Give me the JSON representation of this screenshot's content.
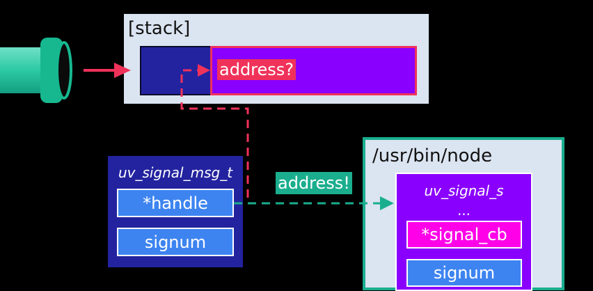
{
  "stack": {
    "title": "[stack]",
    "address_query": "address?"
  },
  "node": {
    "title": "/usr/bin/node",
    "struct_title": "uv_signal_s",
    "ellipsis": "...",
    "field_signal_cb": "*signal_cb",
    "field_signum": "signum"
  },
  "msg": {
    "struct_title": "uv_signal_msg_t",
    "field_handle": "*handle",
    "field_signum": "signum"
  },
  "annotation": {
    "address_found": "address!"
  },
  "icons": {
    "pipe": "pipe-icon"
  },
  "colors": {
    "background": "#000000",
    "panel": "#dbe4f1",
    "teal": "#1aae8e",
    "arrow_red": "#f0325a",
    "purple": "#8a00ff",
    "navy": "#2323a0",
    "blue_field": "#3d84f0",
    "magenta": "#ff00e8"
  }
}
